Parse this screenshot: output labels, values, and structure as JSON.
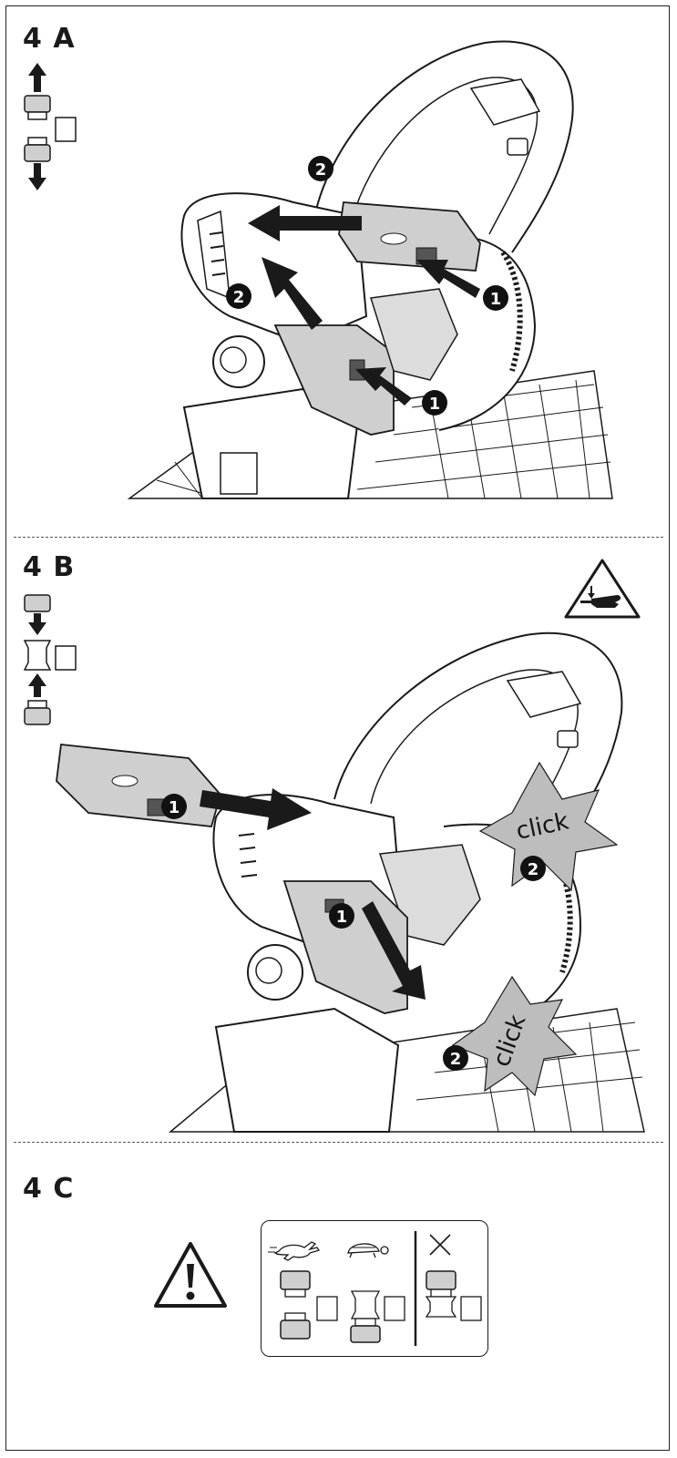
{
  "sections": {
    "a": {
      "label": "4 A",
      "steps": [
        "1",
        "2"
      ]
    },
    "b": {
      "label": "4 B",
      "steps": [
        "1",
        "2"
      ],
      "click_text": "click"
    },
    "c": {
      "label": "4 C"
    }
  },
  "colors": {
    "line": "#1a1a1a",
    "battery_fill": "#cfcfcf",
    "step_badge": "#111111",
    "click_star": "#bdbdbd"
  },
  "icons": [
    "arrow-up-icon",
    "arrow-down-icon",
    "battery-slot-icon",
    "hand-crush-warning-icon",
    "warning-triangle-icon",
    "rabbit-fast-icon",
    "turtle-slow-icon",
    "x-mark-icon"
  ]
}
